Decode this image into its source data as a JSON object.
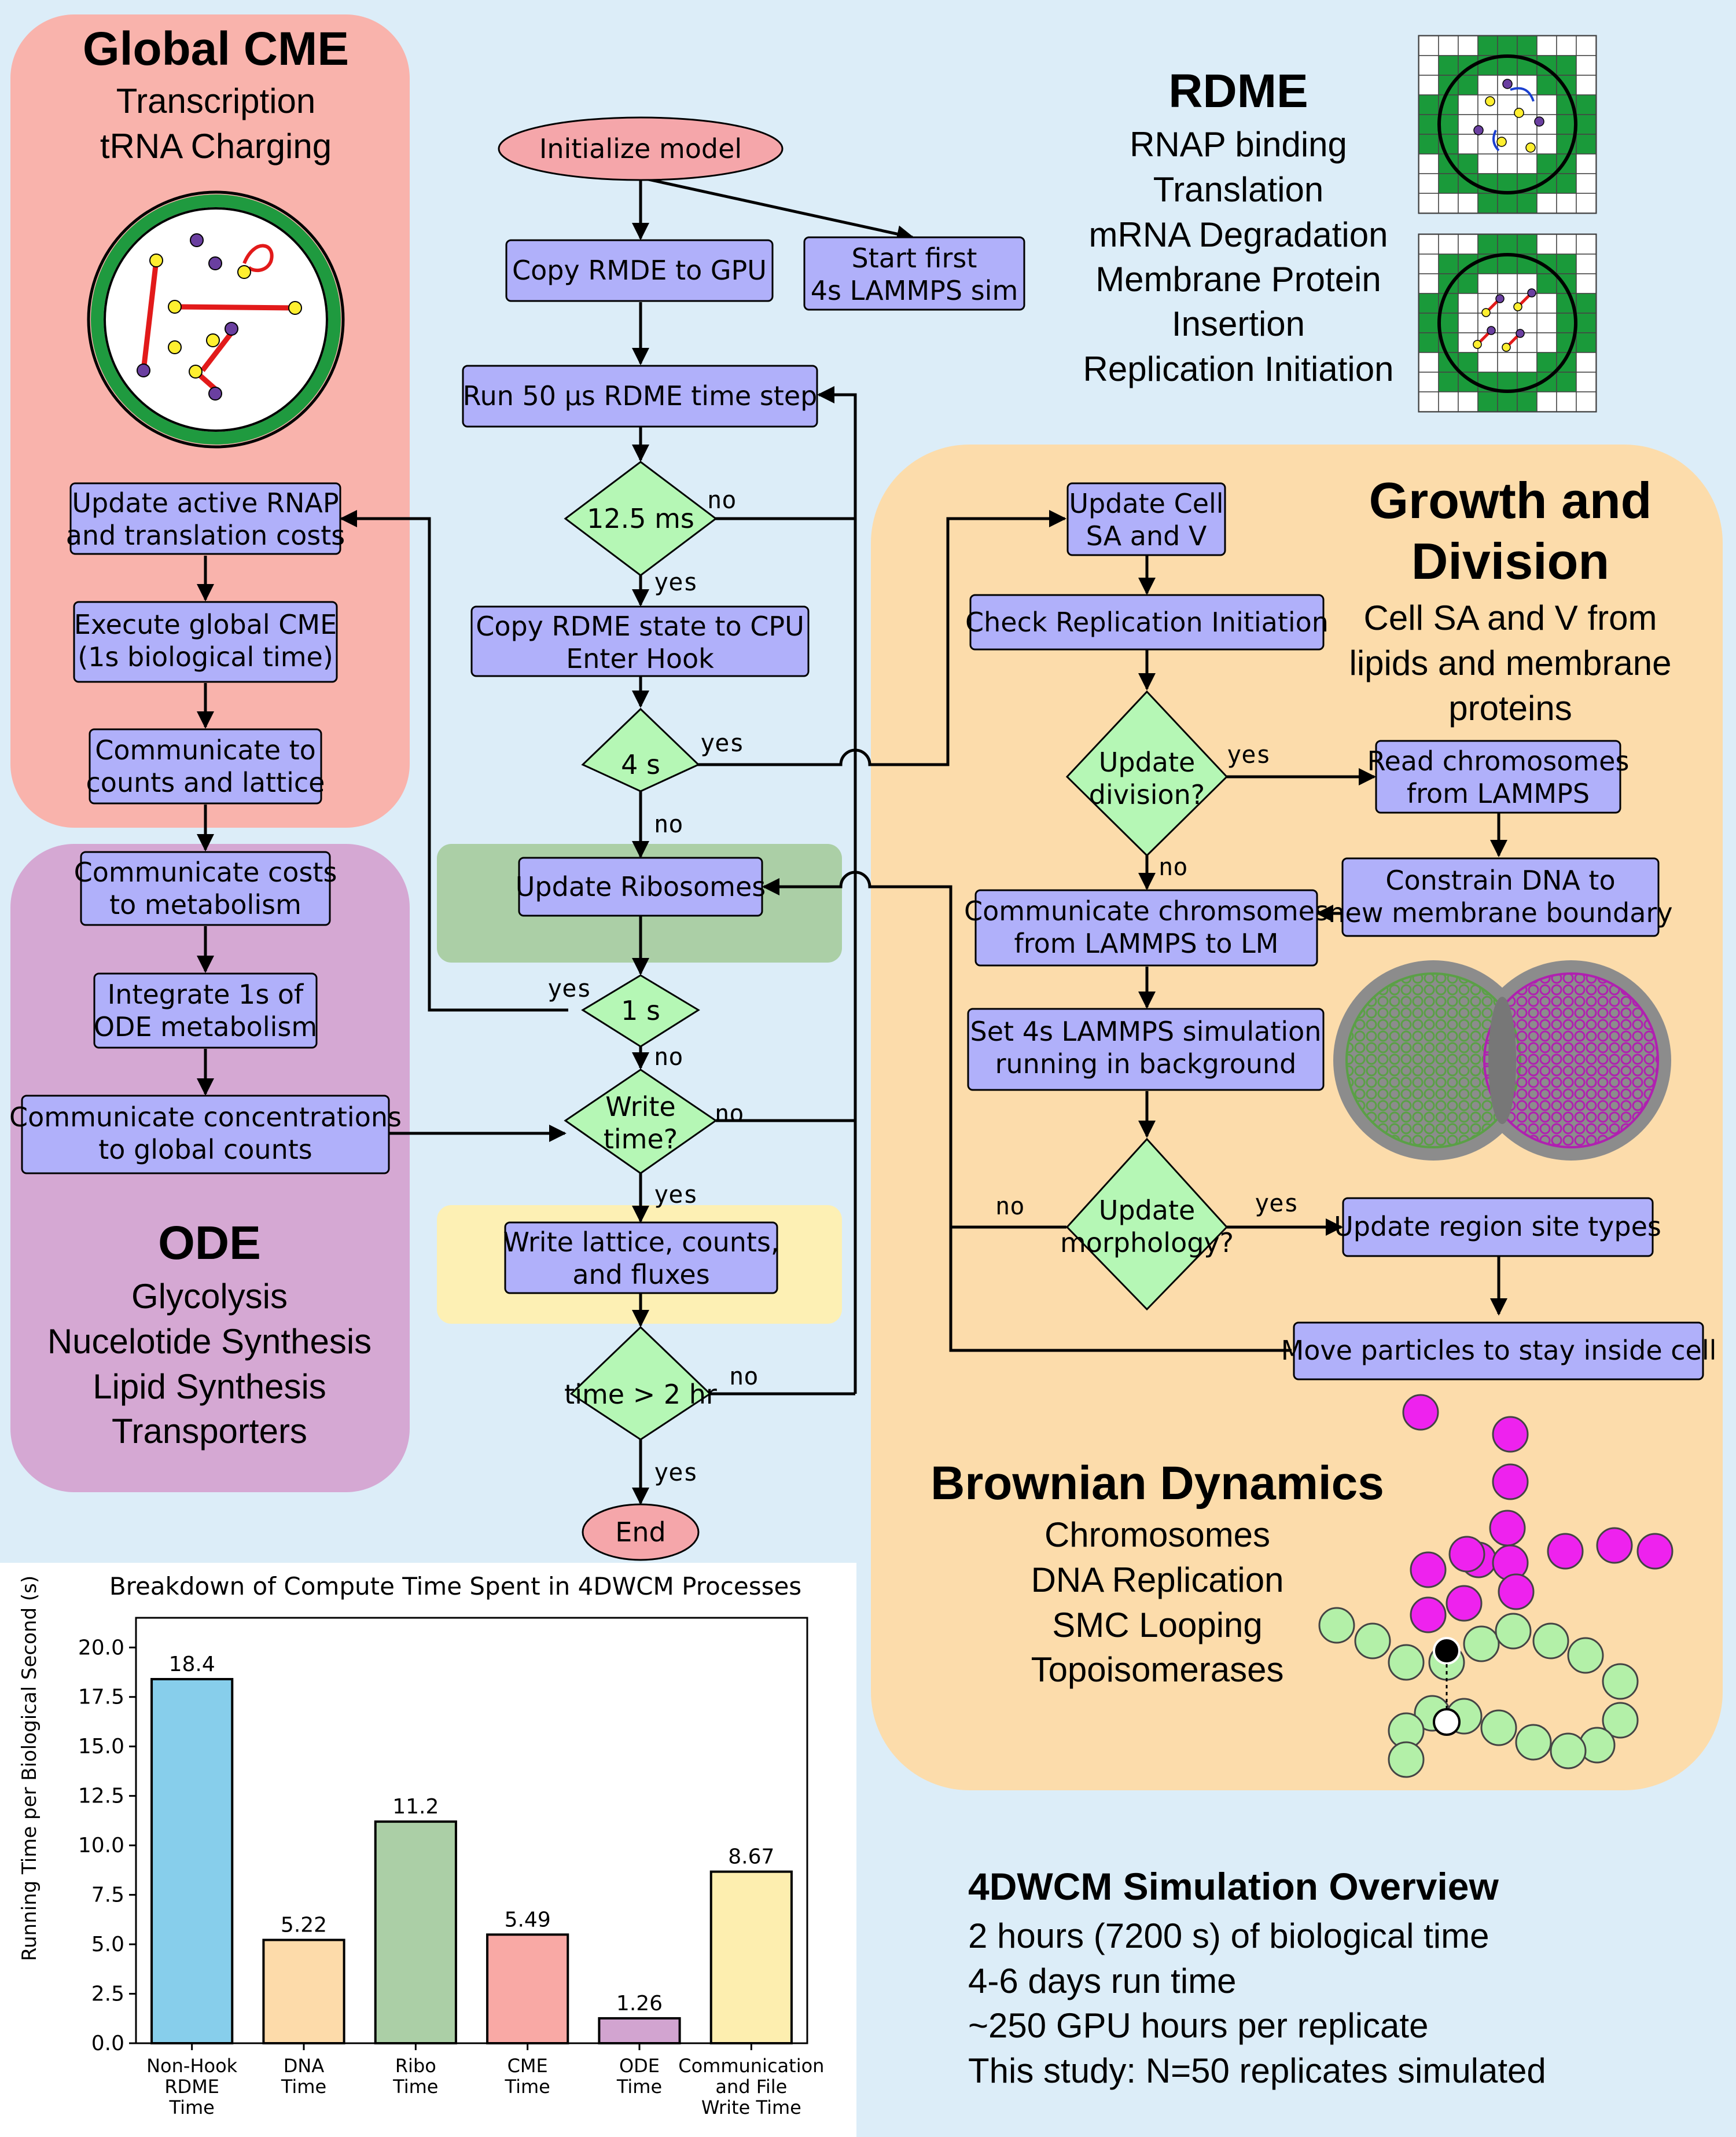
{
  "colors": {
    "background": "#dcedf8",
    "cme_panel": "#f9b3ac",
    "ode_panel": "#d5a8d3",
    "growth_panel": "#fcdcab",
    "ribo_panel": "#abcfa6",
    "write_panel": "#fdf0b4",
    "process_box": "#b0b0fa",
    "decision": "#b5f7b5",
    "terminal": "#f5a6aa",
    "arrow": "#000000"
  },
  "panels": {
    "cme": {
      "title": "Global CME",
      "lines": [
        "Transcription",
        "tRNA Charging"
      ]
    },
    "rdme": {
      "title": "RDME",
      "lines": [
        "RNAP binding",
        "Translation",
        "mRNA Degradation",
        "Membrane Protein",
        "Insertion",
        "Replication Initiation"
      ]
    },
    "ode": {
      "title": "ODE",
      "lines": [
        "Glycolysis",
        "Nucelotide Synthesis",
        "Lipid Synthesis",
        "Transporters"
      ]
    },
    "growth": {
      "title_lines": [
        "Growth and",
        "Division"
      ],
      "lines": [
        "Cell SA and V from",
        "lipids and membrane",
        "proteins"
      ]
    },
    "brownian": {
      "title": "Brownian Dynamics",
      "lines": [
        "Chromosomes",
        "DNA Replication",
        "SMC Looping",
        "Topoisomerases"
      ]
    }
  },
  "flow": {
    "initialize": "Initialize model",
    "copy_rmde": "Copy RMDE to GPU",
    "start_lammps": [
      "Start first",
      "4s LAMMPS sim"
    ],
    "run_rdme": "Run 50 μs RDME time step",
    "d_12_5ms": "12.5 ms",
    "copy_state": [
      "Copy RDME state to CPU",
      "Enter Hook"
    ],
    "d_4s": "4 s",
    "update_ribosomes": "Update Ribosomes",
    "d_1s": "1 s",
    "d_write": [
      "Write",
      "time?"
    ],
    "write_lattice": [
      "Write lattice, counts,",
      "and fluxes"
    ],
    "d_time": "time > 2 hr",
    "end": "End",
    "update_rnap": [
      "Update active RNAP",
      "and translation costs"
    ],
    "execute_cme": [
      "Execute global CME",
      "(1s biological time)"
    ],
    "comm_counts": [
      "Communicate to",
      "counts and lattice"
    ],
    "comm_costs": [
      "Communicate costs",
      "to metabolism"
    ],
    "integrate_ode": [
      "Integrate 1s of",
      "ODE metabolism"
    ],
    "comm_conc": [
      "Communicate concentrations",
      "to global counts"
    ],
    "update_sav": [
      "Update Cell",
      "SA and V"
    ],
    "check_rep": "Check Replication Initiation",
    "d_division": [
      "Update",
      "division?"
    ],
    "read_chrom": [
      "Read chromosomes",
      "from LAMMPS"
    ],
    "constrain_dna": [
      "Constrain DNA to",
      "new membrane boundary"
    ],
    "comm_chrom": [
      "Communicate chromsomes",
      "from LAMMPS to LM"
    ],
    "set_lammps": [
      "Set 4s LAMMPS simulation",
      "running in background"
    ],
    "d_morph": [
      "Update",
      "morphology?"
    ],
    "update_region": "Update region site types",
    "move_particles": "Move particles to stay inside cell",
    "labels": {
      "yes": "yes",
      "no": "no"
    }
  },
  "overview": {
    "title": "4DWCM Simulation Overview",
    "lines": [
      "2 hours (7200 s) of biological time",
      "4-6 days run time",
      "~250 GPU hours per replicate",
      "This study: N=50 replicates simulated"
    ]
  },
  "chart_data": {
    "type": "bar",
    "title": "Breakdown of Compute Time Spent in 4DWCM Processes",
    "ylabel": "Running Time per Biological Second (s)",
    "xlabel": "",
    "ylim": [
      0,
      21.5
    ],
    "yticks": [
      "0.0",
      "2.5",
      "5.0",
      "7.5",
      "10.0",
      "12.5",
      "15.0",
      "17.5",
      "20.0"
    ],
    "categories": [
      [
        "Non-Hook",
        "RDME",
        "Time"
      ],
      [
        "DNA",
        "Time"
      ],
      [
        "Ribo",
        "Time"
      ],
      [
        "CME",
        "Time"
      ],
      [
        "ODE",
        "Time"
      ],
      [
        "Communication",
        "and File",
        "Write Time"
      ]
    ],
    "values": [
      18.4,
      5.22,
      11.2,
      5.49,
      1.26,
      8.67
    ],
    "value_labels": [
      "18.4",
      "5.22",
      "11.2",
      "5.49",
      "1.26",
      "8.67"
    ],
    "bar_colors": [
      "#87ceeb",
      "#fddbaa",
      "#abcfa6",
      "#f9a9a5",
      "#d2a4d0",
      "#fdeeaf"
    ],
    "grid": false,
    "legend": "none"
  }
}
